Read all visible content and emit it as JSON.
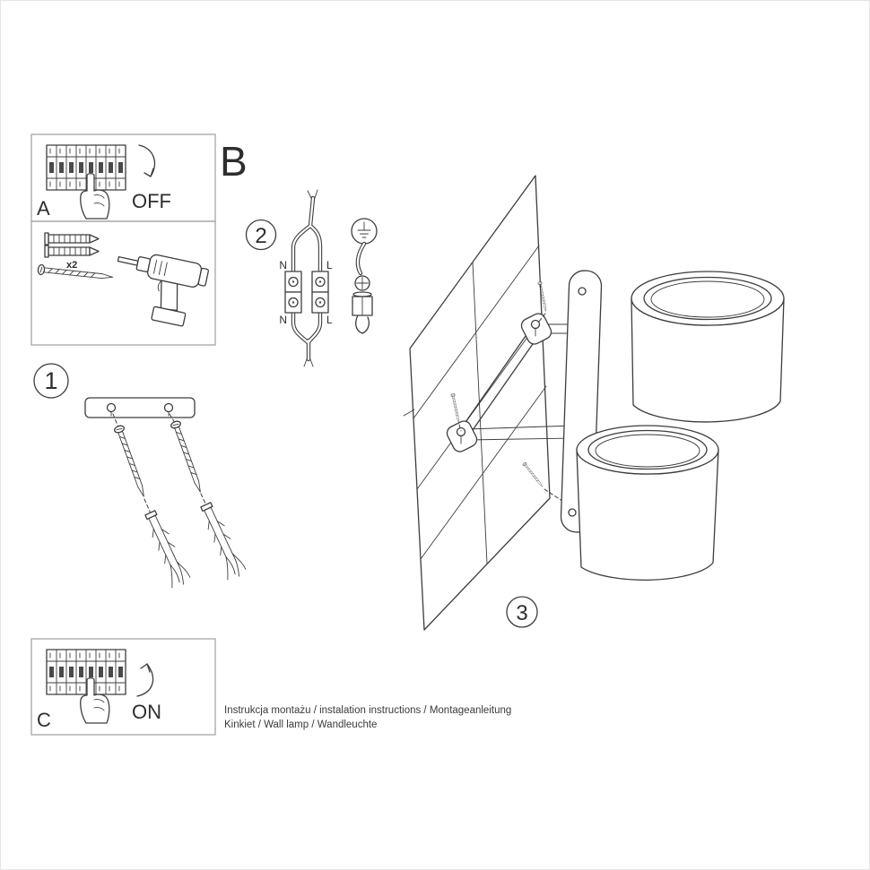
{
  "colors": {
    "line": "#3d3d3d",
    "background": "#ffffff"
  },
  "steps": {
    "a_label": "A",
    "b_label": "B",
    "c_label": "C",
    "step1": "1",
    "step2": "2",
    "step3": "3"
  },
  "switch": {
    "off_label": "OFF",
    "on_label": "ON"
  },
  "hardware": {
    "anchor_count_label": "x2"
  },
  "wiring": {
    "n_top": "N",
    "l_top": "L",
    "n_bottom": "N",
    "l_bottom": "L"
  },
  "footer": {
    "line1": "Instrukcja montażu / instalation instructions / Montageanleitung",
    "line2": "Kinkiet / Wall lamp / Wandleuchte"
  }
}
